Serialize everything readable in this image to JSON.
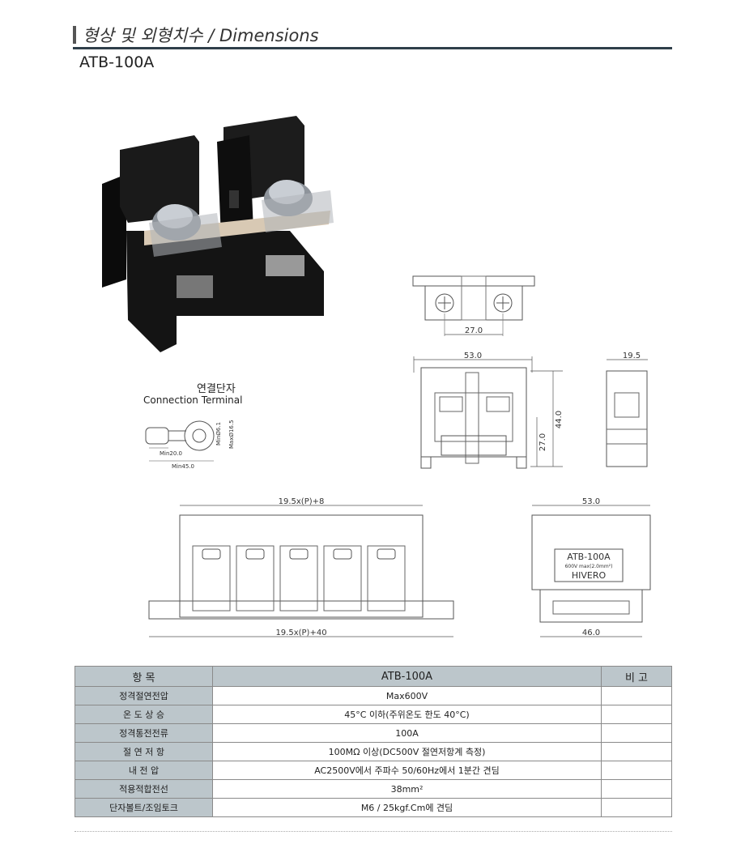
{
  "header": {
    "title": "형상 및 외형치수 / Dimensions",
    "model": "ATB-100A"
  },
  "connection_terminal": {
    "title_ko": "연결단자",
    "title_en": "Connection Terminal",
    "dims": {
      "d1": "MinØ6.1",
      "d2": "MaxØ16.5",
      "l1": "Min20.0",
      "l2": "Min45.0"
    }
  },
  "drawings": {
    "top_pitch": "27.0",
    "front_width": "53.0",
    "front_height": "44.0",
    "front_mid": "27.0",
    "side_width": "19.5",
    "multi_top": "19.5x(P)+8",
    "multi_bottom": "19.5x(P)+40",
    "end_width_top": "53.0",
    "end_width_bottom": "46.0",
    "label_model": "ATB-100A",
    "label_rating": "600V max(2.0mm²)",
    "label_brand": "HIVERO"
  },
  "spec_table": {
    "col_item": "항  목",
    "col_model": "ATB-100A",
    "col_note": "비  고",
    "rows": [
      {
        "label": "정격절연전압",
        "value": "Max600V"
      },
      {
        "label": "온 도 상 승",
        "value": "45°C 이하(주위온도 한도 40°C)"
      },
      {
        "label": "정격통전전류",
        "value": "100A"
      },
      {
        "label": "절 연 저 항",
        "value": "100MΩ 이상(DC500V 절연저항계 측정)"
      },
      {
        "label": "내   전   압",
        "value": "AC2500V에서 주파수 50/60Hz에서 1분간 견딤"
      },
      {
        "label": "적용적합전선",
        "value": "38mm²"
      },
      {
        "label": "단자볼트/조임토크",
        "value": "M6 / 25kgf.Cm에 견딤"
      }
    ]
  }
}
